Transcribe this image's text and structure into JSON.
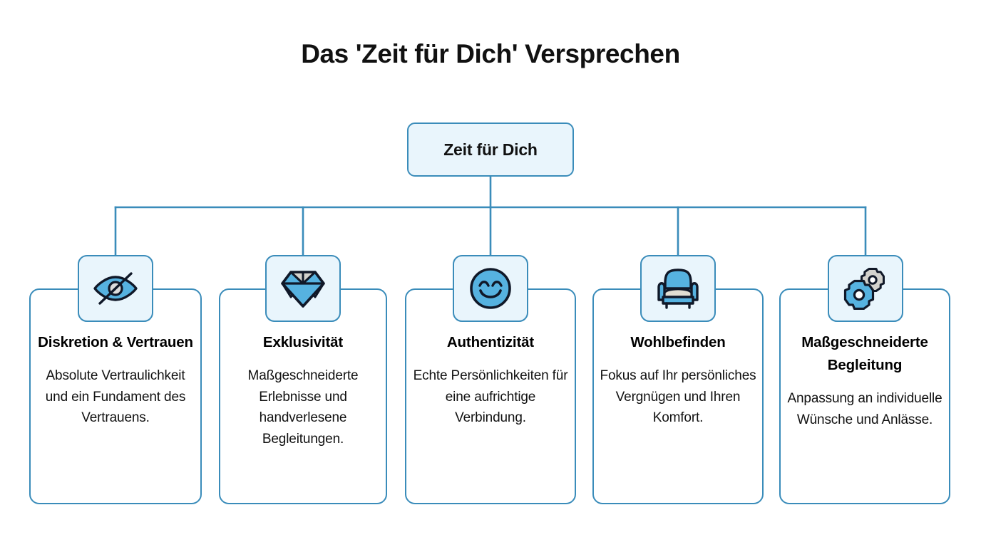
{
  "title": "Das 'Zeit für Dich' Versprechen",
  "root": {
    "label": "Zeit für Dich"
  },
  "colors": {
    "border_blue": "#3a8cba",
    "node_fill": "#e9f5fc",
    "card_fill": "#ffffff",
    "connector": "#3a8cba",
    "icon_blue": "#56b2e0",
    "icon_gray": "#d3d2cd",
    "icon_outline": "#101828",
    "text": "#000000",
    "background": "#ffffff"
  },
  "chart_data": {
    "type": "diagram",
    "layout": "org-chart",
    "title": "Das 'Zeit für Dich' Versprechen",
    "root": "Zeit für Dich",
    "branch_count": 5,
    "nodes": [
      {
        "heading": "Diskretion & Vertrauen",
        "body": "Absolute Vertraulichkeit und ein Fundament des Vertrauens.",
        "icon": "eye-off-icon"
      },
      {
        "heading": "Exklusivität",
        "body": "Maßgeschneiderte Erlebnisse und handverlesene Begleitungen.",
        "icon": "diamond-icon"
      },
      {
        "heading": "Authentizität",
        "body": "Echte Persönlichkeiten für eine aufrichtige Verbindung.",
        "icon": "smiley-icon"
      },
      {
        "heading": "Wohlbefinden",
        "body": "Fokus auf Ihr persönliches Vergnügen und Ihren Komfort.",
        "icon": "armchair-icon"
      },
      {
        "heading": "Maßgeschneiderte Begleitung",
        "body": "Anpassung an individuelle Wünsche und Anlässe.",
        "icon": "gears-icon"
      }
    ]
  },
  "branches": [
    {
      "heading": "Diskretion & Vertrauen",
      "body": "Absolute Vertraulichkeit und ein Fundament des Vertrauens.",
      "icon": "eye-off-icon"
    },
    {
      "heading": "Exklusivität",
      "body": "Maßgeschneiderte Erlebnisse und handverlesene Begleitungen.",
      "icon": "diamond-icon"
    },
    {
      "heading": "Authentizität",
      "body": "Echte Persönlichkeiten für eine aufrichtige Verbindung.",
      "icon": "smiley-icon"
    },
    {
      "heading": "Wohlbefinden",
      "body": "Fokus auf Ihr persönliches Vergnügen und Ihren Komfort.",
      "icon": "armchair-icon"
    },
    {
      "heading": "Maßgeschneiderte Begleitung",
      "body": "Anpassung an individuelle Wünsche und Anlässe.",
      "icon": "gears-icon"
    }
  ]
}
